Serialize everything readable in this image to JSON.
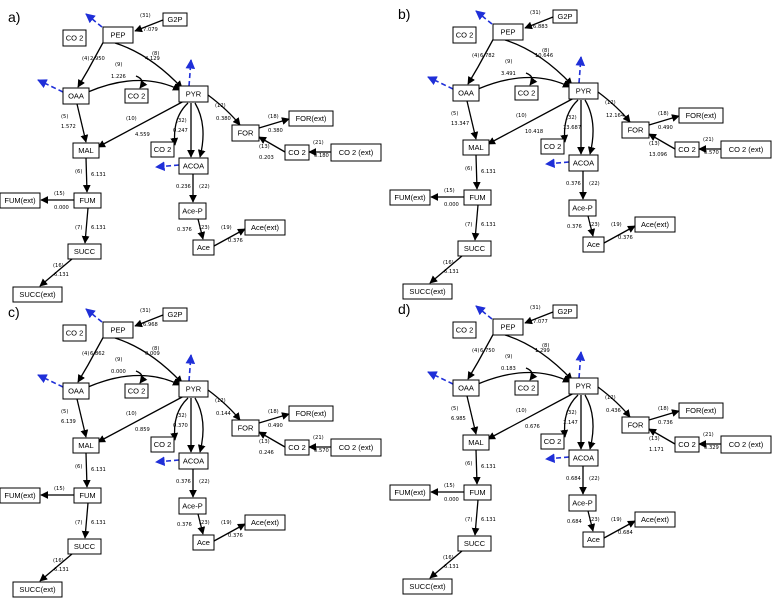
{
  "panels": [
    {
      "id": "a",
      "label": "a)",
      "flux": {
        "f31": "7.079",
        "f4": "2.950",
        "f8": "4.129",
        "f9": "1.226",
        "f5": "1.572",
        "f10": "4.559",
        "f12": "0.380",
        "f18": "0.380",
        "f32": "0.247",
        "f13": "0.203",
        "f21": "0.180",
        "f6": "6.131",
        "f15": "0.000",
        "f22": "0.236",
        "f7": "6.131",
        "f23": "0.376",
        "f19": "0.376",
        "f16": "6.131"
      }
    },
    {
      "id": "b",
      "label": "b)",
      "flux": {
        "f31": "6.883",
        "f4": "6.782",
        "f8": "10.646",
        "f9": "3.491",
        "f5": "13.347",
        "f10": "10.418",
        "f12": "12.164",
        "f18": "0.490",
        "f32": "13.687",
        "f13": "13.096",
        "f21": "0.570",
        "f6": "6.131",
        "f15": "0.000",
        "f22": "0.376",
        "f7": "6.131",
        "f23": "0.376",
        "f19": "0.376",
        "f16": "6.131"
      }
    },
    {
      "id": "c",
      "label": "c)",
      "flux": {
        "f31": "6.968",
        "f4": "6.862",
        "f8": "0.009",
        "f9": "0.000",
        "f5": "6.139",
        "f10": "0.859",
        "f12": "0.144",
        "f18": "0.490",
        "f32": "0.370",
        "f13": "0.246",
        "f21": "0.570",
        "f6": "6.131",
        "f15": "",
        "f22": "0.376",
        "f7": "6.131",
        "f23": "0.376",
        "f19": "0.376",
        "f16": "6.131"
      }
    },
    {
      "id": "d",
      "label": "d)",
      "flux": {
        "f31": "7.077",
        "f4": "6.750",
        "f8": "1.299",
        "f9": "0.183",
        "f5": "6.985",
        "f10": "0.676",
        "f12": "0.436",
        "f18": "0.736",
        "f32": "1.147",
        "f13": "1.171",
        "f21": "0.329",
        "f6": "6.131",
        "f15": "0.000",
        "f22": "0.684",
        "f7": "6.131",
        "f23": "0.684",
        "f19": "0.684",
        "f16": "6.131"
      }
    }
  ],
  "nodes": {
    "G2P": "G2P",
    "PEP": "PEP",
    "CO2_top": "CO 2",
    "OAA": "OAA",
    "CO2_mid": "CO 2",
    "PYR": "PYR",
    "FOR": "FOR",
    "FORext": "FOR(ext)",
    "CO2_for": "CO 2",
    "CO2ext": "CO 2 (ext)",
    "CO2_acoa": "CO 2",
    "ACOA": "ACOA",
    "MAL": "MAL",
    "FUM": "FUM",
    "FUMext": "FUM(ext)",
    "AceP": "Ace-P",
    "Ace": "Ace",
    "AceExt": "Ace(ext)",
    "SUCC": "SUCC",
    "SUCCext": "SUCC(ext)"
  },
  "reactions": {
    "r31": "(31)",
    "r4": "(4)",
    "r8": "(8)",
    "r9": "(9)",
    "r5": "(5)",
    "r10": "(10)",
    "r12": "(12)",
    "r18": "(18)",
    "r32": "(32)",
    "r13": "(13)",
    "r21": "(21)",
    "r6": "(6)",
    "r15": "(15)",
    "r22": "(22)",
    "r7": "(7)",
    "r23": "(23)",
    "r19": "(19)",
    "r16": "(16)"
  }
}
